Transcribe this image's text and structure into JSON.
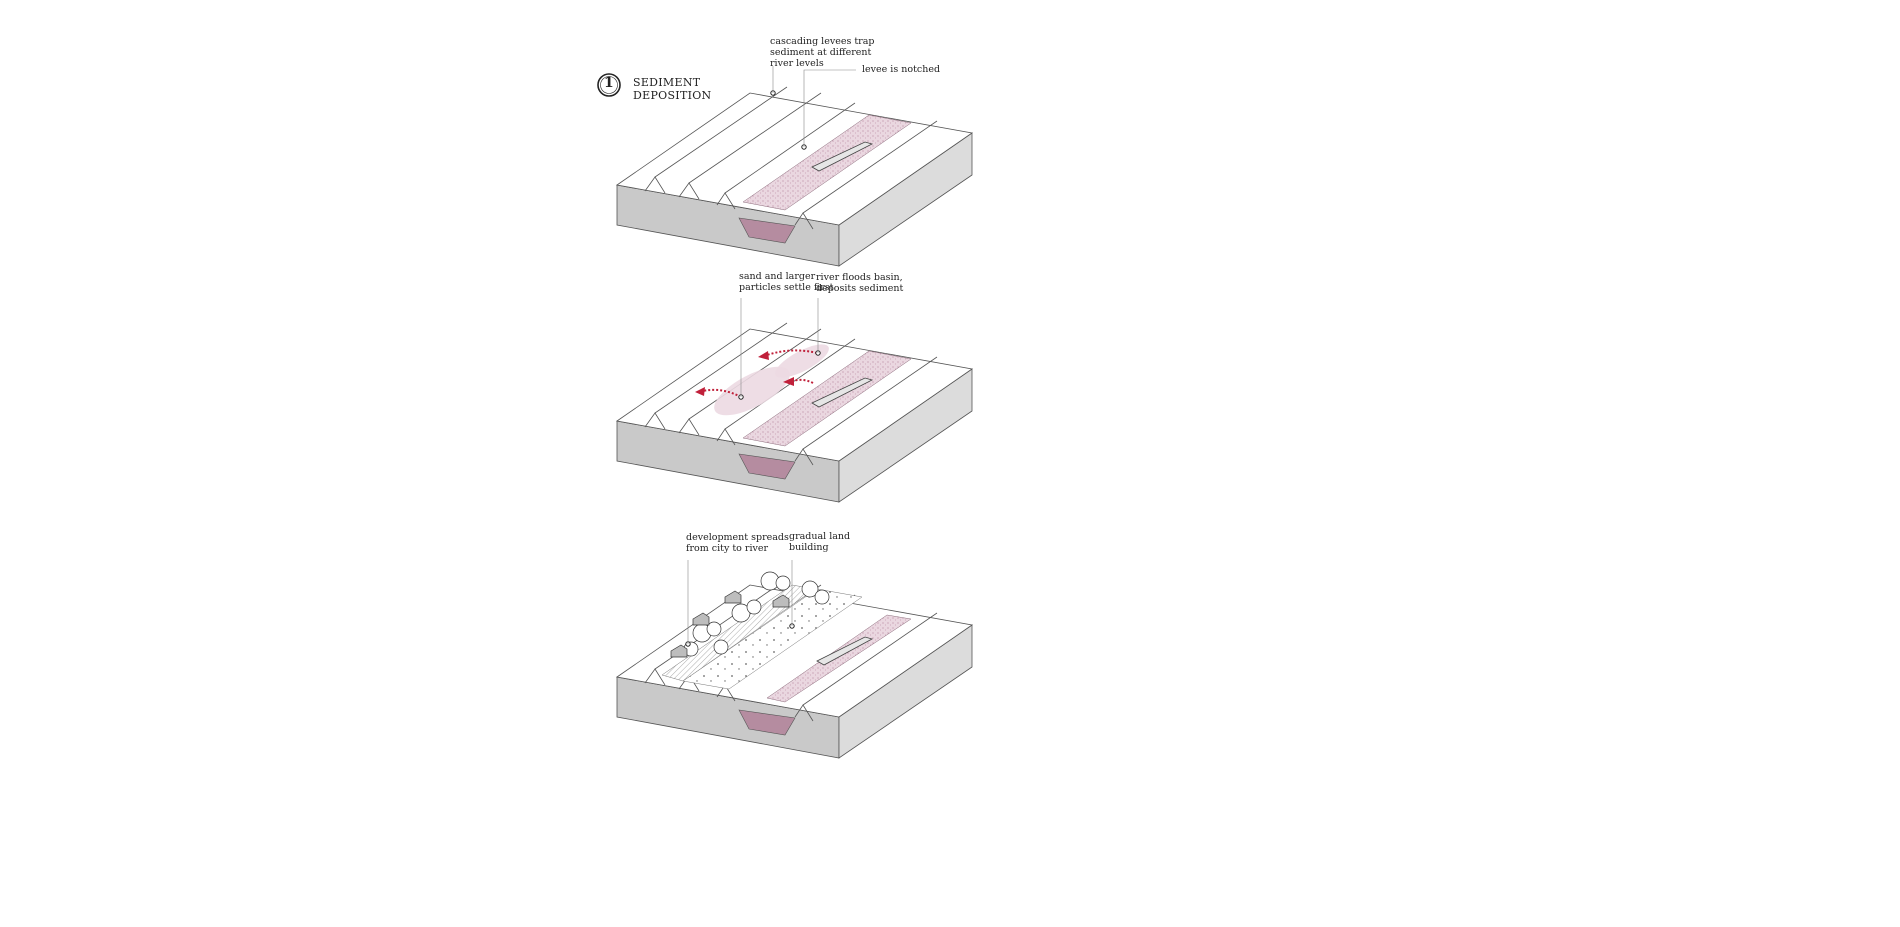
{
  "colors": {
    "river": "#e9d6df",
    "river_dark": "#c49aae",
    "sediment_arrow": "#c0203a",
    "block_side": "#c9c9c9",
    "block_side_dark": "#b5b5b5",
    "stroke": "#555555"
  },
  "panel1": {
    "number": "1",
    "title": "SEDIMENT\nDEPOSITION",
    "label_a": "cascading levees trap\nsediment at different\nriver levels",
    "label_b": "levee is notched"
  },
  "panel2": {
    "label_a": "sand and larger\nparticles settle first",
    "label_b": "river floods basin,\ndeposits sediment"
  },
  "panel3": {
    "label_a": "development spreads\nfrom city to river",
    "label_b": "gradual land\nbuilding"
  }
}
